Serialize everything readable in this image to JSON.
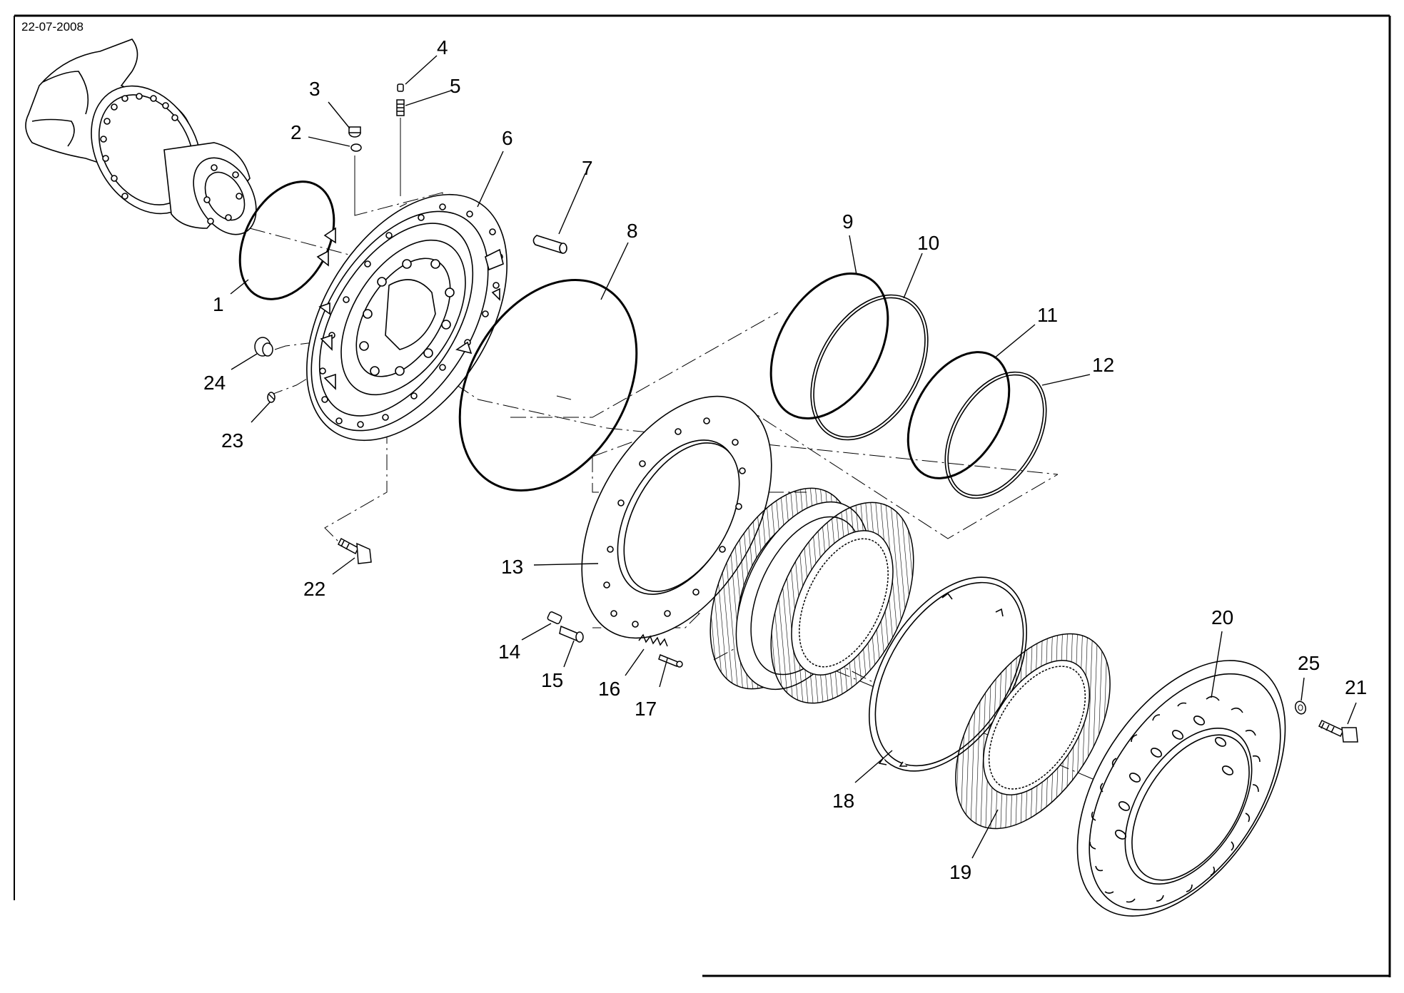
{
  "header": {
    "date": "22-07-2008"
  },
  "callouts": {
    "c1": "1",
    "c2": "2",
    "c3": "3",
    "c4": "4",
    "c5": "5",
    "c6": "6",
    "c7": "7",
    "c8": "8",
    "c9": "9",
    "c10": "10",
    "c11": "11",
    "c12": "12",
    "c13": "13",
    "c14": "14",
    "c15": "15",
    "c16": "16",
    "c17": "17",
    "c18": "18",
    "c19": "19",
    "c20": "20",
    "c21": "21",
    "c22": "22",
    "c23": "23",
    "c24": "24",
    "c25": "25"
  },
  "colors": {
    "line": "#000000",
    "background": "#ffffff"
  }
}
